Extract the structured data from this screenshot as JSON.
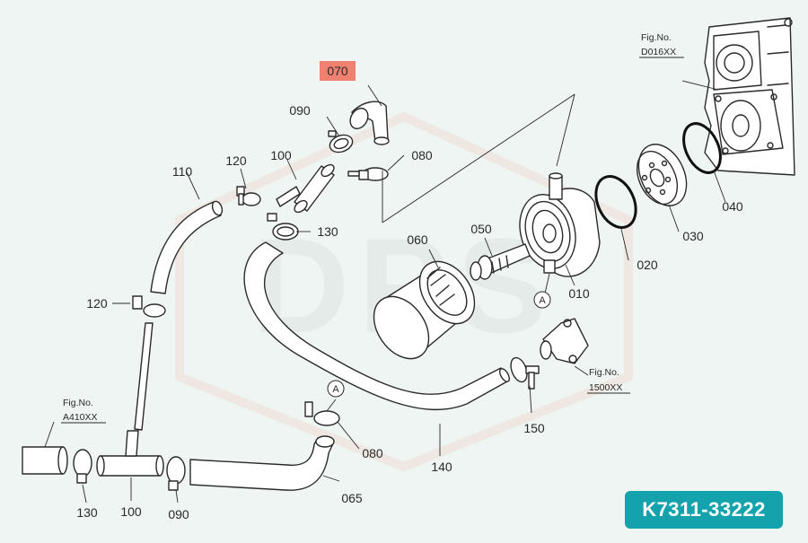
{
  "watermark": {
    "text": "DPS"
  },
  "highlight": {
    "part": "070",
    "color": "#f08070"
  },
  "labels": {
    "p010": "010",
    "p020": "020",
    "p030": "030",
    "p040": "040",
    "p050": "050",
    "p060": "060",
    "p070": "070",
    "p080a": "080",
    "p080b": "080",
    "p090a": "090",
    "p090b": "090",
    "p100a": "100",
    "p100b": "100",
    "p110": "110",
    "p120a": "120",
    "p120b": "120",
    "p130a": "130",
    "p130b": "130",
    "p140": "140",
    "p150": "150",
    "p065": "065"
  },
  "markers": {
    "a1": "A",
    "a2": "A"
  },
  "figrefs": {
    "f1": {
      "title": "Fig.No.",
      "code": "D016XX"
    },
    "f2": {
      "title": "Fig.No.",
      "code": "1500XX"
    },
    "f3": {
      "title": "Fig.No.",
      "code": "A410XX"
    }
  },
  "part_code": "K7311-33222"
}
